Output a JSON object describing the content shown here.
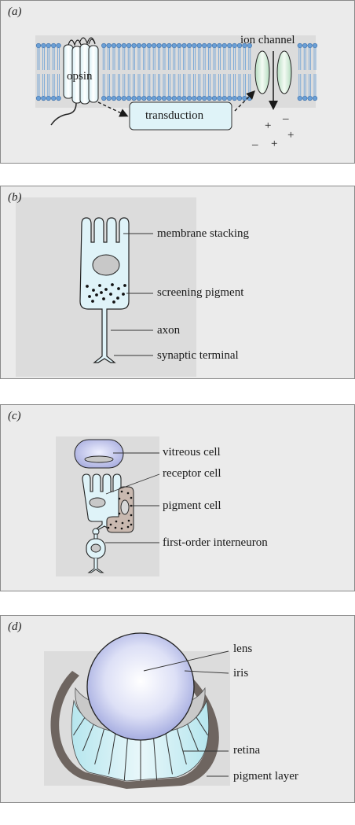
{
  "panels": {
    "a": {
      "label": "(a)",
      "opsin": "opsin",
      "transduction": "transduction",
      "ion_channel": "ion channel",
      "signs": [
        "+",
        "–",
        "+",
        "+",
        "–"
      ]
    },
    "b": {
      "label": "(b)",
      "membrane_stacking": "membrane stacking",
      "screening_pigment": "screening pigment",
      "axon": "axon",
      "synaptic_terminal": "synaptic terminal"
    },
    "c": {
      "label": "(c)",
      "vitreous_cell": "vitreous cell",
      "receptor_cell": "receptor cell",
      "pigment_cell": "pigment cell",
      "interneuron": "first-order interneuron"
    },
    "d": {
      "label": "(d)",
      "lens": "lens",
      "iris": "iris",
      "retina": "retina",
      "pigment_layer": "pigment layer"
    }
  },
  "colors": {
    "panel_bg": "#ebebeb",
    "inner_bg": "#dcdcdc",
    "cell_fill": "#dff3f8",
    "membrane_head": "#6a9fd6",
    "transduction_fill": "#dff3f8",
    "channel_fill": "#d9f0e0",
    "nucleus": "#c8c8c8",
    "vitreous": "#b4b8e6",
    "pigment_ring": "#6e6560",
    "lens_center": "#ffffff",
    "lens_edge": "#9ea6dd",
    "retina": "#b6e6ee"
  }
}
